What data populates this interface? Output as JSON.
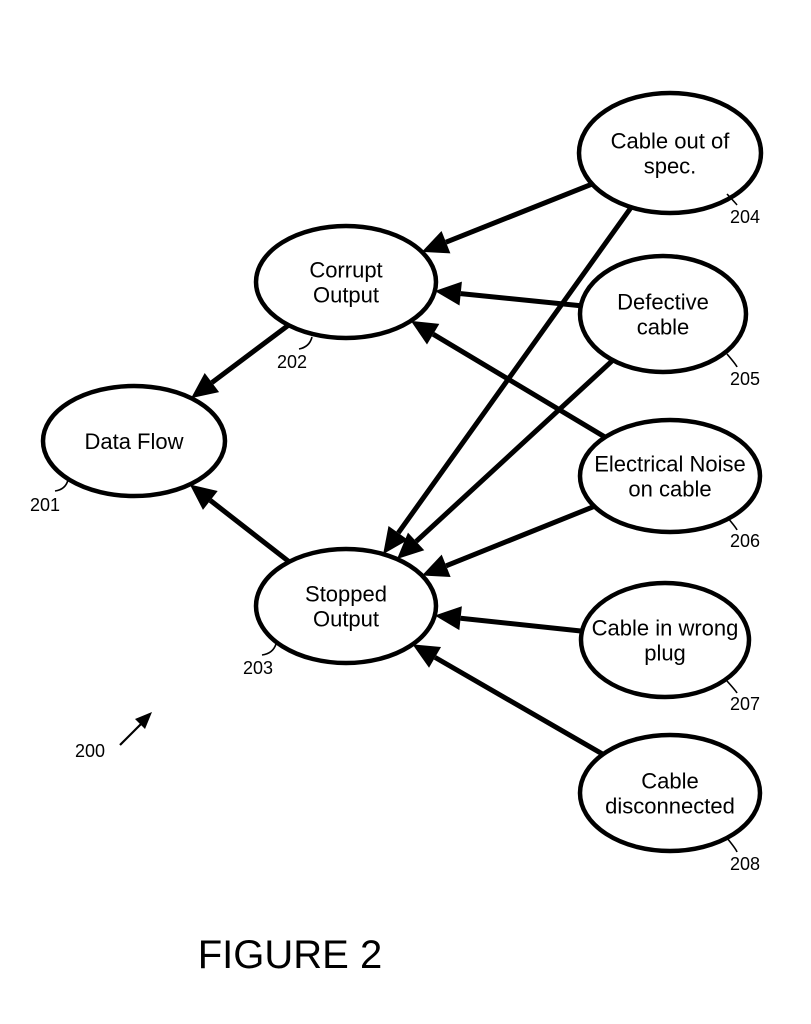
{
  "diagram": {
    "figure_ref": "200",
    "caption": "FIGURE 2",
    "nodes": [
      {
        "id": "201",
        "ref": "201",
        "lines": [
          "Data Flow"
        ]
      },
      {
        "id": "202",
        "ref": "202",
        "lines": [
          "Corrupt",
          "Output"
        ]
      },
      {
        "id": "203",
        "ref": "203",
        "lines": [
          "Stopped",
          "Output"
        ]
      },
      {
        "id": "204",
        "ref": "204",
        "lines": [
          "Cable out of",
          "spec."
        ]
      },
      {
        "id": "205",
        "ref": "205",
        "lines": [
          "Defective",
          "cable"
        ]
      },
      {
        "id": "206",
        "ref": "206",
        "lines": [
          "Electrical Noise",
          "on cable"
        ]
      },
      {
        "id": "207",
        "ref": "207",
        "lines": [
          "Cable in wrong",
          "plug"
        ]
      },
      {
        "id": "208",
        "ref": "208",
        "lines": [
          "Cable",
          "disconnected"
        ]
      }
    ],
    "edges": [
      {
        "from": "202",
        "to": "201"
      },
      {
        "from": "203",
        "to": "201"
      },
      {
        "from": "204",
        "to": "202"
      },
      {
        "from": "205",
        "to": "202"
      },
      {
        "from": "206",
        "to": "202"
      },
      {
        "from": "204",
        "to": "203"
      },
      {
        "from": "205",
        "to": "203"
      },
      {
        "from": "206",
        "to": "203"
      },
      {
        "from": "207",
        "to": "203"
      },
      {
        "from": "208",
        "to": "203"
      }
    ]
  }
}
